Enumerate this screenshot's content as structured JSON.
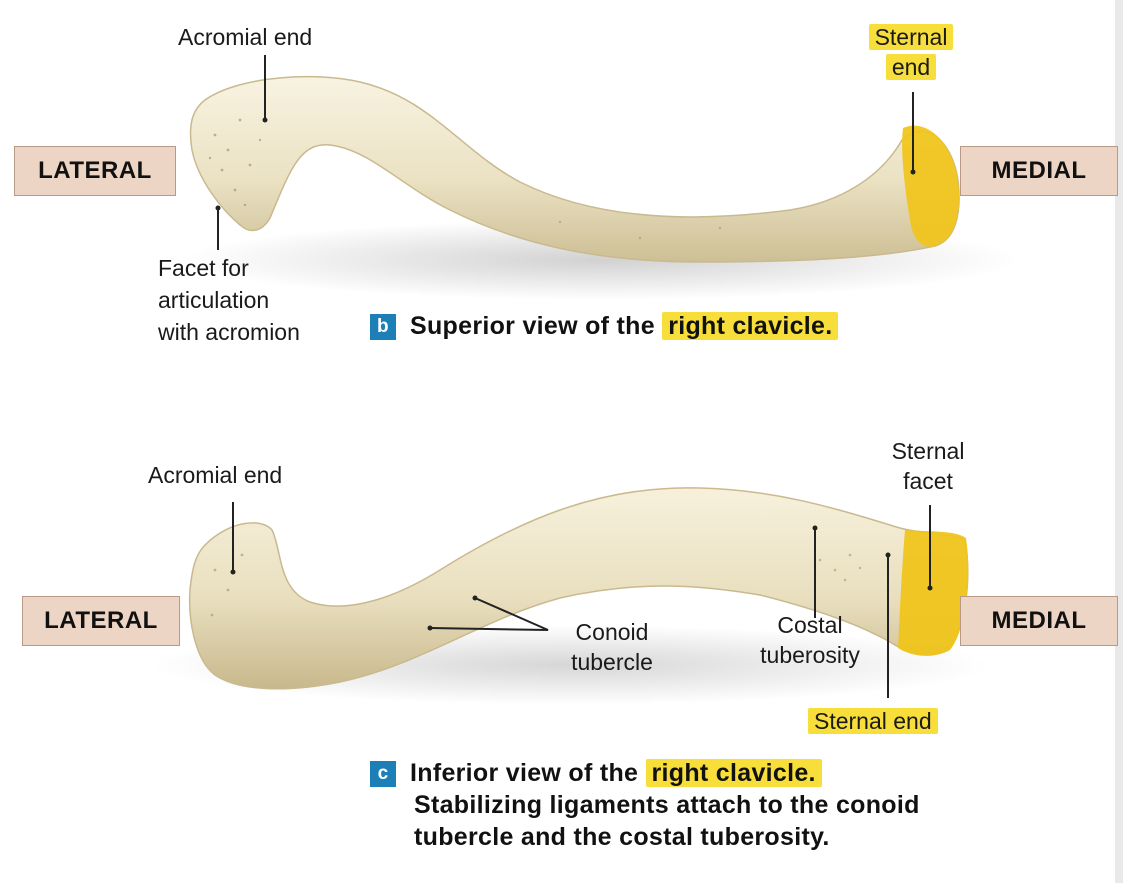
{
  "panel_b": {
    "tag": "b",
    "caption_pre": "Superior view of the",
    "caption_hl": "right clavicle.",
    "lateral": "LATERAL",
    "medial": "MEDIAL",
    "acromial_end": "Acromial end",
    "sternal_end_1": "Sternal",
    "sternal_end_2": "end",
    "facet_1": "Facet for",
    "facet_2": "articulation",
    "facet_3": "with acromion"
  },
  "panel_c": {
    "tag": "c",
    "caption_pre": "Inferior view of the",
    "caption_hl": "right clavicle.",
    "caption_line2": "Stabilizing ligaments attach to the conoid",
    "caption_line3": "tubercle and the costal tuberosity.",
    "lateral": "LATERAL",
    "medial": "MEDIAL",
    "acromial_end": "Acromial end",
    "sternal_facet_1": "Sternal",
    "sternal_facet_2": "facet",
    "conoid_1": "Conoid",
    "conoid_2": "tubercle",
    "costal_1": "Costal",
    "costal_2": "tuberosity",
    "sternal_end": "Sternal end"
  },
  "colors": {
    "highlight": "#f7de3a",
    "bone": "#ece4c8",
    "tag_blue": "#1d7fb8",
    "box_fill": "#ecd5c5"
  }
}
